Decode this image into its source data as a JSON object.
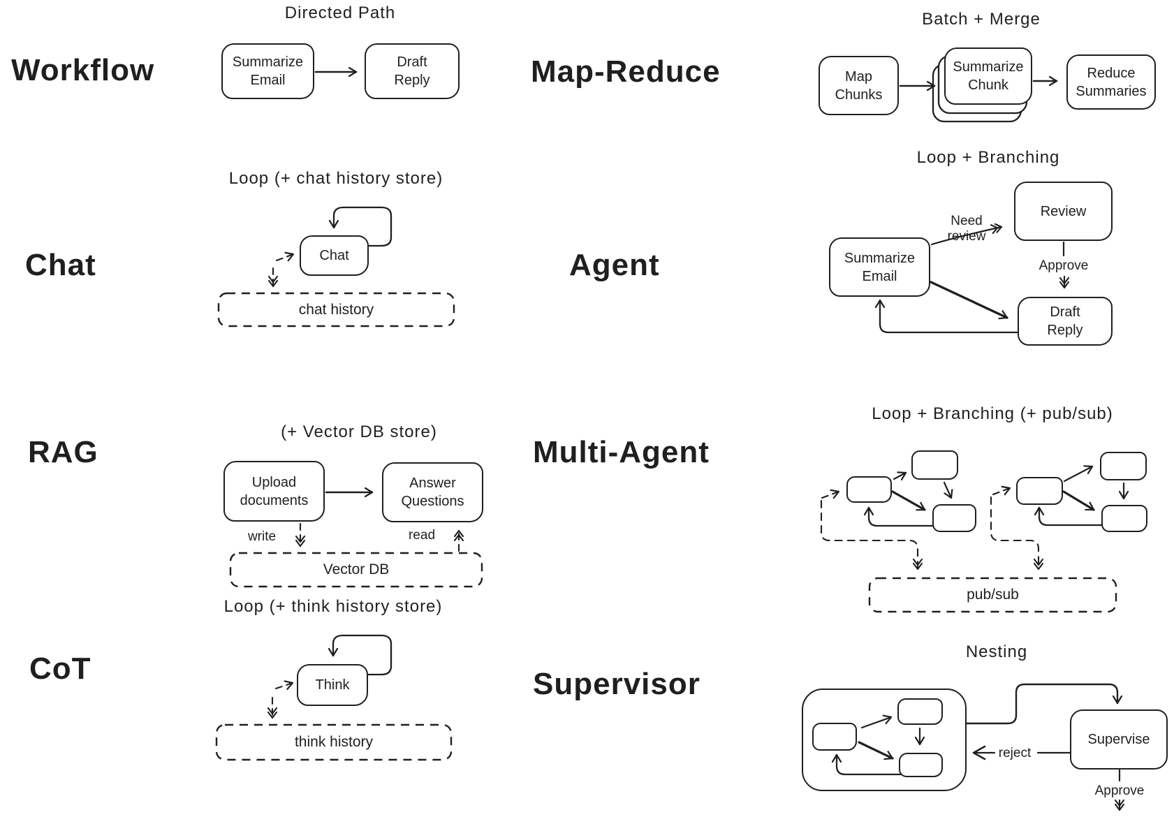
{
  "colors": {
    "ink": "#1f1f1f",
    "background": "#ffffff"
  },
  "sections": {
    "workflow": {
      "label": "Workflow",
      "title": "Directed Path",
      "node_a": "Summarize Email",
      "node_b": "Draft Reply"
    },
    "map_reduce": {
      "label": "Map-Reduce",
      "title": "Batch + Merge",
      "node_a": "Map Chunks",
      "node_b": "Summarize Chunk",
      "node_c": "Reduce Summaries"
    },
    "chat": {
      "label": "Chat",
      "title": "Loop (+ chat history store)",
      "node_a": "Chat",
      "store": "chat history"
    },
    "agent": {
      "label": "Agent",
      "title": "Loop + Branching",
      "node_a": "Summarize Email",
      "node_b": "Review",
      "node_c": "Draft Reply",
      "edge_need_review": "Need review",
      "edge_approve": "Approve"
    },
    "rag": {
      "label": "RAG",
      "title": "(+ Vector DB store)",
      "node_a": "Upload documents",
      "node_b": "Answer Questions",
      "store": "Vector DB",
      "edge_write": "write",
      "edge_read": "read"
    },
    "multi_agent": {
      "label": "Multi-Agent",
      "title": "Loop + Branching (+ pub/sub)",
      "store": "pub/sub"
    },
    "cot": {
      "label": "CoT",
      "title": "Loop (+ think history store)",
      "node_a": "Think",
      "store": "think history"
    },
    "supervisor": {
      "label": "Supervisor",
      "title": "Nesting",
      "node_a": "Supervise",
      "edge_reject": "reject",
      "edge_approve": "Approve"
    }
  }
}
